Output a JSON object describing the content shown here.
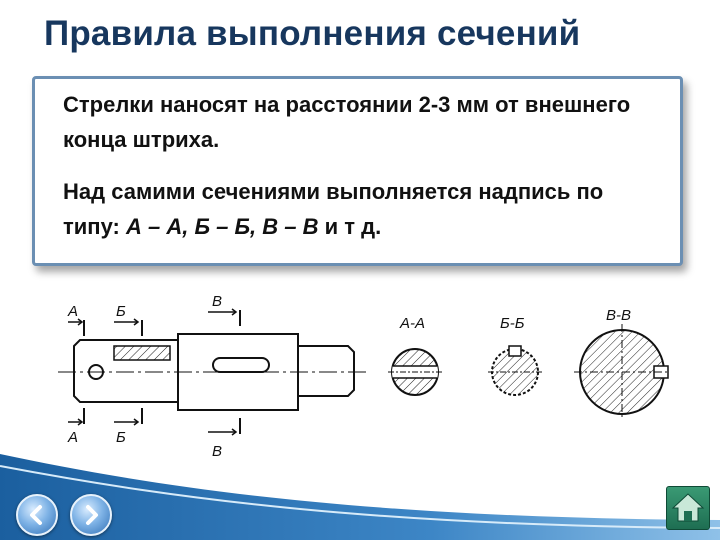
{
  "slide": {
    "title": "Правила выполнения сечений",
    "paragraph_1": "Стрелки  наносят на расстоянии 2-3 мм от внешнего конца штриха.",
    "paragraph_2_text": "Над самими сечениями выполняется надпись по типу: ",
    "paragraph_2_italic": "А – А, Б – Б, В – В",
    "paragraph_2_tail": " и т д."
  },
  "drawing": {
    "mark_a_top": "А",
    "mark_a_bottom": "А",
    "mark_b_top": "Б",
    "mark_b_bottom": "Б",
    "mark_v_top": "В",
    "mark_v_bottom": "В",
    "section_a_label": "А-А",
    "section_b_label": "Б-Б",
    "section_v_label": "В-В"
  },
  "nav": {
    "prev_icon": "chevron-left-icon",
    "next_icon": "chevron-right-icon",
    "home_icon": "home-icon"
  },
  "colors": {
    "title": "#17375e",
    "frame": "#6b8fb3",
    "band": "#1f6fb4"
  }
}
